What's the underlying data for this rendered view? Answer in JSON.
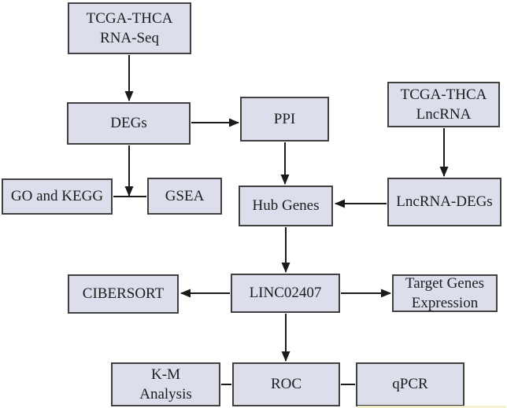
{
  "diagram": {
    "background_color": "#ffffff",
    "box_fill_color": "#dcdfeb",
    "box_border_color": "#404040",
    "line_color": "#1a1a1a",
    "text_color": "#1c1c1c",
    "nodes": {
      "tcga_rna_seq": {
        "label": "TCGA-THCA\nRNA-Seq"
      },
      "degs": {
        "label": "DEGs"
      },
      "ppi": {
        "label": "PPI"
      },
      "tcga_lncrna": {
        "label": "TCGA-THCA\nLncRNA"
      },
      "go_kegg": {
        "label": "GO and KEGG"
      },
      "gsea": {
        "label": "GSEA"
      },
      "hub_genes": {
        "label": "Hub Genes"
      },
      "lncrna_degs": {
        "label": "LncRNA-DEGs"
      },
      "cibersort": {
        "label": "CIBERSORT"
      },
      "linc02407": {
        "label": "LINC02407"
      },
      "target_genes_expression": {
        "label": "Target Genes\nExpression"
      },
      "km_analysis": {
        "label": "K-M\nAnalysis"
      },
      "roc": {
        "label": "ROC"
      },
      "qpcr": {
        "label": "qPCR"
      }
    },
    "edges": [
      {
        "from": "tcga_rna_seq",
        "to": "degs",
        "arrow": true
      },
      {
        "from": "degs",
        "to": "ppi",
        "arrow": true
      },
      {
        "from": "degs",
        "to": "go_kegg_gsea_junction",
        "arrow": true
      },
      {
        "from": "go_kegg",
        "to": "gsea",
        "arrow": false
      },
      {
        "from": "tcga_lncrna",
        "to": "lncrna_degs",
        "arrow": true
      },
      {
        "from": "ppi",
        "to": "hub_genes",
        "arrow": true
      },
      {
        "from": "lncrna_degs",
        "to": "hub_genes",
        "arrow": true
      },
      {
        "from": "hub_genes",
        "to": "linc02407",
        "arrow": true
      },
      {
        "from": "linc02407",
        "to": "cibersort",
        "arrow": true
      },
      {
        "from": "linc02407",
        "to": "target_genes_expression",
        "arrow": true
      },
      {
        "from": "linc02407",
        "to": "roc",
        "arrow": true
      },
      {
        "from": "km_analysis",
        "to": "roc",
        "arrow": false
      },
      {
        "from": "roc",
        "to": "qpcr",
        "arrow": false
      }
    ]
  }
}
